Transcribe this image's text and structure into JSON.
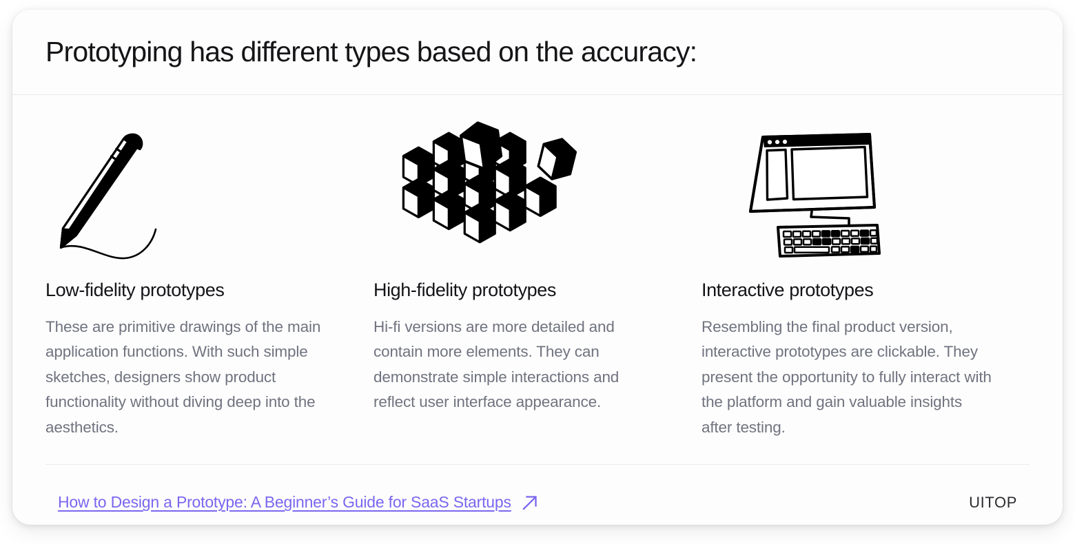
{
  "header": {
    "title": "Prototyping has different types based on the accuracy:"
  },
  "columns": [
    {
      "icon": "pencil-sketch-icon",
      "heading": "Low-fidelity prototypes",
      "text": "These are primitive drawings of the main application functions. With such simple sketches, designers show product functionality without diving deep into the aesthetics."
    },
    {
      "icon": "cube-blocks-icon",
      "heading": "High-fidelity prototypes",
      "text": "Hi-fi versions are more detailed and contain more elements. They can demonstrate simple interactions and reflect user interface appearance."
    },
    {
      "icon": "monitor-keyboard-icon",
      "heading": "Interactive prototypes",
      "text": "Resembling the final product version, interactive prototypes are clickable. They present the opportunity to fully interact with the platform and gain valuable insights after testing."
    }
  ],
  "footer": {
    "link_text": "How to Design a Prototype: A Beginner’s Guide for SaaS Startups",
    "link_icon": "arrow-up-right-icon",
    "brand": "UITOP"
  },
  "colors": {
    "card_background": "#fdfdfd",
    "title": "#151518",
    "body_text": "#70737f",
    "link": "#7a66f0",
    "divider": "#e8e8ea",
    "icon": "#000000"
  }
}
